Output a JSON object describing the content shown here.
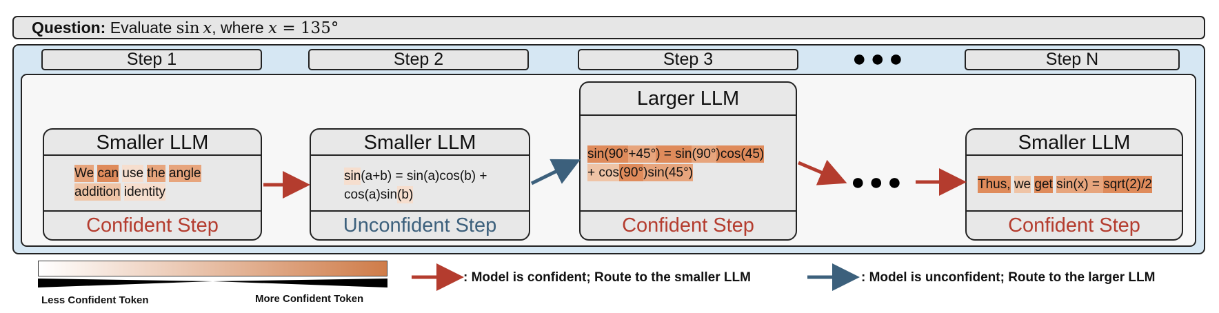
{
  "question": {
    "label": "Question:",
    "text_pre": "Evaluate ",
    "sin_word": "sin",
    "var_x": "x",
    "text_mid": ", where ",
    "var_x2": "x",
    "equals_value": " = 135°"
  },
  "steps": [
    {
      "header": "Step 1"
    },
    {
      "header": "Step 2"
    },
    {
      "header": "Step 3"
    },
    {
      "header": "Step N"
    }
  ],
  "step_ellipsis": "●●●",
  "flow_ellipsis": "●●●",
  "boxes": {
    "step1": {
      "title": "Smaller LLM",
      "status": "Confident Step",
      "tokens": [
        {
          "text": "We",
          "level": 3
        },
        {
          "text": " ",
          "level": 0
        },
        {
          "text": "can",
          "level": 4
        },
        {
          "text": " ",
          "level": 0
        },
        {
          "text": "use",
          "level": 1
        },
        {
          "text": " ",
          "level": 0
        },
        {
          "text": "the",
          "level": 3
        },
        {
          "text": " ",
          "level": 0
        },
        {
          "text": "angle",
          "level": 3
        },
        {
          "br": true
        },
        {
          "text": "addition",
          "level": 2
        },
        {
          "text": " ",
          "level": 0
        },
        {
          "text": "identity",
          "level": 1
        }
      ]
    },
    "step2": {
      "title": "Smaller LLM",
      "status": "Unconfident Step",
      "tokens": [
        {
          "text": "sin",
          "level": 1
        },
        {
          "text": "(a+b) = sin(a)cos(b) +",
          "level": 0
        },
        {
          "br": true
        },
        {
          "text": "cos(a)sin",
          "level": 0
        },
        {
          "text": "(b)",
          "level": 1
        }
      ]
    },
    "step3": {
      "title": "Larger LLM",
      "status": "Confident Step",
      "tokens": [
        {
          "text": "sin(90°",
          "level": 4
        },
        {
          "text": "+45°",
          "level": 3
        },
        {
          "text": ") = sin",
          "level": 4
        },
        {
          "text": "(90°",
          "level": 3
        },
        {
          "text": ")cos(45)",
          "level": 4
        },
        {
          "br": true
        },
        {
          "text": "+ cos",
          "level": 2
        },
        {
          "text": "(90°",
          "level": 4
        },
        {
          "text": ")sin(45°)",
          "level": 3
        }
      ]
    },
    "stepN": {
      "title": "Smaller LLM",
      "status": "Confident Step",
      "tokens": [
        {
          "text": "Thus,",
          "level": 4
        },
        {
          "text": " ",
          "level": 0
        },
        {
          "text": "we",
          "level": 2
        },
        {
          "text": " ",
          "level": 0
        },
        {
          "text": "get",
          "level": 4
        },
        {
          "text": " ",
          "level": 0
        },
        {
          "text": "sin(x)",
          "level": 3
        },
        {
          "text": " = ",
          "level": 3
        },
        {
          "text": "sqrt(2)/2",
          "level": 4
        }
      ]
    }
  },
  "colors": {
    "confident_arrow": "#b43c2e",
    "unconfident_arrow": "#3c607c",
    "gradient_low": "#ffffff",
    "gradient_high": "#cf7c49"
  },
  "legend": {
    "less_label": "Less Confident Token",
    "more_label": "More Confident Token",
    "confident_text": ": Model is confident; Route to the smaller LLM",
    "unconfident_text": ": Model is unconfident; Route to the larger LLM"
  }
}
